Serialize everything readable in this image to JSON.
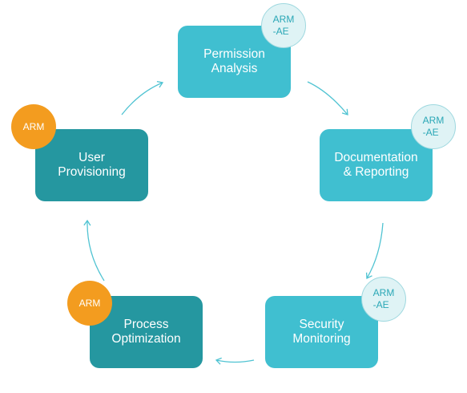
{
  "nodes": {
    "permission_analysis": {
      "label": "Permission\nAnalysis",
      "badge": "ARM\n-AE"
    },
    "documentation_reporting": {
      "label": "Documentation\n& Reporting",
      "badge": "ARM\n-AE"
    },
    "security_monitoring": {
      "label": "Security\nMonitoring",
      "badge": "ARM\n-AE"
    },
    "process_optimization": {
      "label": "Process\nOptimization",
      "badge": "ARM"
    },
    "user_provisioning": {
      "label": "User\nProvisioning",
      "badge": "ARM"
    }
  },
  "colors": {
    "light_node": "#40bfd0",
    "dark_node": "#2597a0",
    "arm_badge": "#f39c1f",
    "arm_ae_badge": "#dff3f5",
    "arrow": "#4fc3d2"
  }
}
